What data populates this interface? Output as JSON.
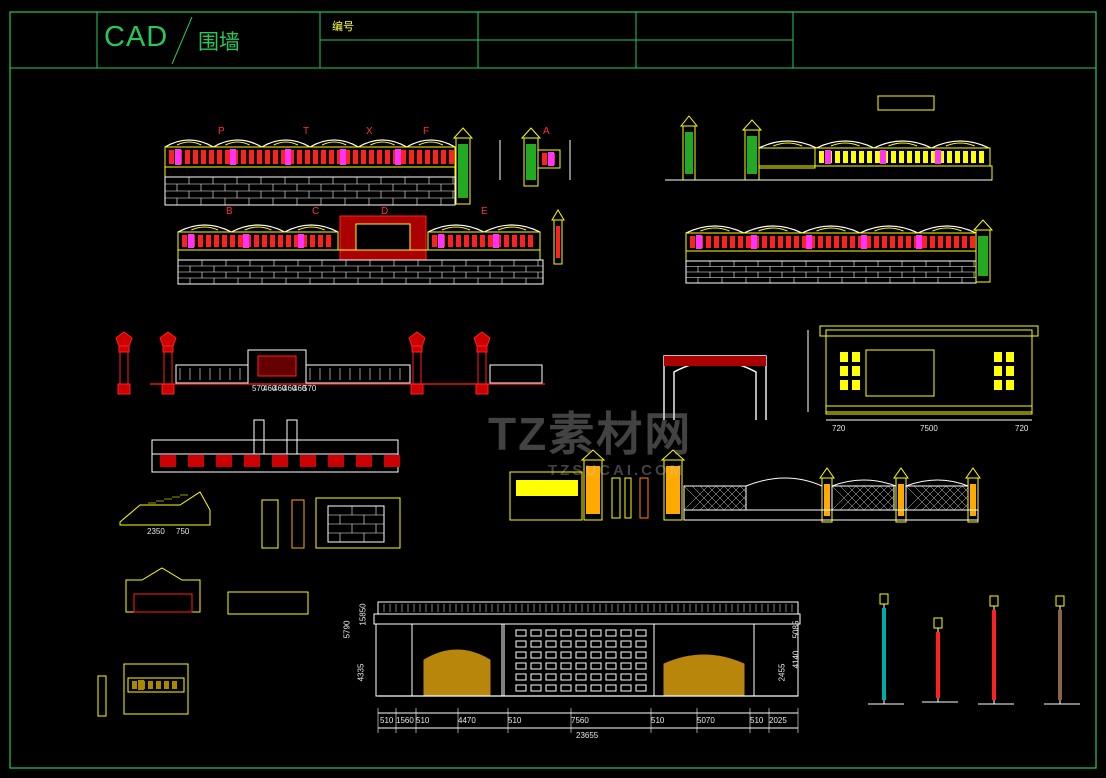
{
  "title_block": {
    "cad_label": "CAD",
    "drawing_name": "围墙",
    "number_label": "编号"
  },
  "watermark": {
    "brand": "TZ素材网",
    "url": "TZSUCAI.COM"
  },
  "section_labels": [
    "P",
    "T",
    "X",
    "F",
    "A",
    "B",
    "C",
    "D",
    "E"
  ],
  "dimensions": {
    "bottom_segments": [
      "510",
      "1560",
      "510",
      "4470",
      "510",
      "7560",
      "510",
      "5070",
      "510",
      "2025"
    ],
    "bottom_total": "23655",
    "left_heights": [
      "5790",
      "4335",
      "15850"
    ],
    "right_heights": [
      "2455",
      "4140",
      "5085"
    ],
    "gate_widths": [
      "720",
      "7500",
      "720"
    ],
    "stair_widths": [
      "2350",
      "750"
    ],
    "rail_panel_widths": [
      "570",
      "460",
      "460",
      "460",
      "460",
      "570"
    ]
  },
  "colors": {
    "background": "#000000",
    "frame": "#27c75a",
    "stone": "#ffff00",
    "rail": "#ff2020",
    "accent": "#ff33ff",
    "lines": "#ffffff",
    "brick": "#b8860b"
  }
}
